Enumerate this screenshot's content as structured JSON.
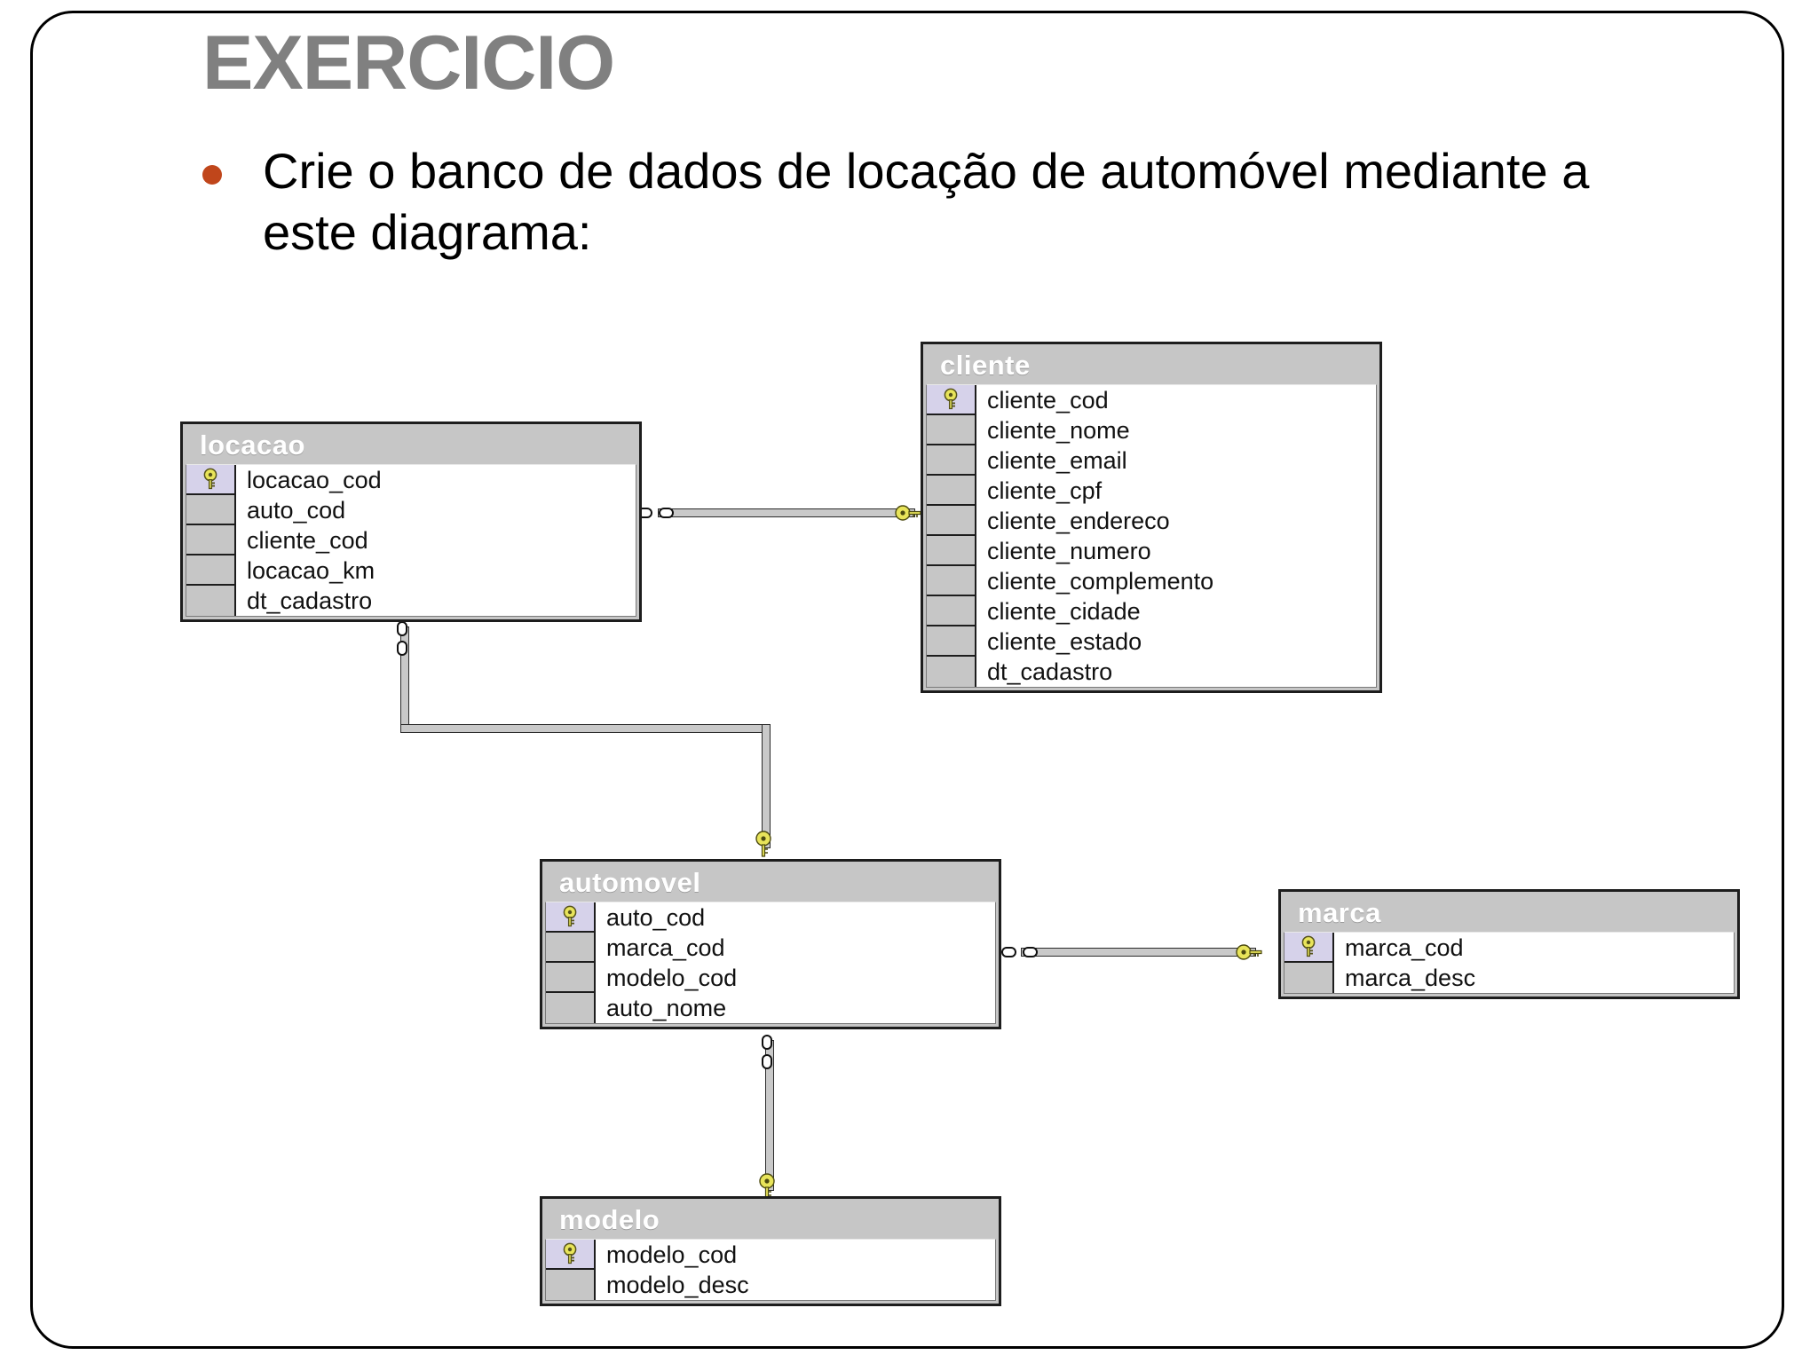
{
  "slide": {
    "title": "EXERCICIO",
    "bullet_text": "Crie o banco de dados de locação de automóvel mediante a este diagrama:",
    "bullet_marker": "bullet-dot",
    "title_color": "#808080",
    "bullet_color": "#c0461b",
    "frame_color": "#000000",
    "background": "#ffffff"
  },
  "diagram": {
    "type": "entity-relationship-diagram",
    "table_header_bg": "#c6c6c6",
    "table_border": "#1d1d1d",
    "pk_key_color": "#e8e45a",
    "tables": [
      {
        "name": "locacao",
        "fields": [
          {
            "name": "locacao_cod",
            "pk": true
          },
          {
            "name": "auto_cod",
            "pk": false
          },
          {
            "name": "cliente_cod",
            "pk": false
          },
          {
            "name": "locacao_km",
            "pk": false
          },
          {
            "name": "dt_cadastro",
            "pk": false
          }
        ]
      },
      {
        "name": "cliente",
        "fields": [
          {
            "name": "cliente_cod",
            "pk": true
          },
          {
            "name": "cliente_nome",
            "pk": false
          },
          {
            "name": "cliente_email",
            "pk": false
          },
          {
            "name": "cliente_cpf",
            "pk": false
          },
          {
            "name": "cliente_endereco",
            "pk": false
          },
          {
            "name": "cliente_numero",
            "pk": false
          },
          {
            "name": "cliente_complemento",
            "pk": false
          },
          {
            "name": "cliente_cidade",
            "pk": false
          },
          {
            "name": "cliente_estado",
            "pk": false
          },
          {
            "name": "dt_cadastro",
            "pk": false
          }
        ]
      },
      {
        "name": "automovel",
        "fields": [
          {
            "name": "auto_cod",
            "pk": true
          },
          {
            "name": "marca_cod",
            "pk": false
          },
          {
            "name": "modelo_cod",
            "pk": false
          },
          {
            "name": "auto_nome",
            "pk": false
          }
        ]
      },
      {
        "name": "marca",
        "fields": [
          {
            "name": "marca_cod",
            "pk": true
          },
          {
            "name": "marca_desc",
            "pk": false
          }
        ]
      },
      {
        "name": "modelo",
        "fields": [
          {
            "name": "modelo_cod",
            "pk": true
          },
          {
            "name": "modelo_desc",
            "pk": false
          }
        ]
      }
    ],
    "relationships": [
      {
        "from": "locacao",
        "from_field": "cliente_cod",
        "to": "cliente",
        "to_field": "cliente_cod",
        "from_cardinality": "many",
        "to_cardinality": "one"
      },
      {
        "from": "locacao",
        "from_field": "auto_cod",
        "to": "automovel",
        "to_field": "auto_cod",
        "from_cardinality": "many",
        "to_cardinality": "one"
      },
      {
        "from": "automovel",
        "from_field": "marca_cod",
        "to": "marca",
        "to_field": "marca_cod",
        "from_cardinality": "many",
        "to_cardinality": "one"
      },
      {
        "from": "automovel",
        "from_field": "modelo_cod",
        "to": "modelo",
        "to_field": "modelo_cod",
        "from_cardinality": "many",
        "to_cardinality": "one"
      }
    ]
  }
}
